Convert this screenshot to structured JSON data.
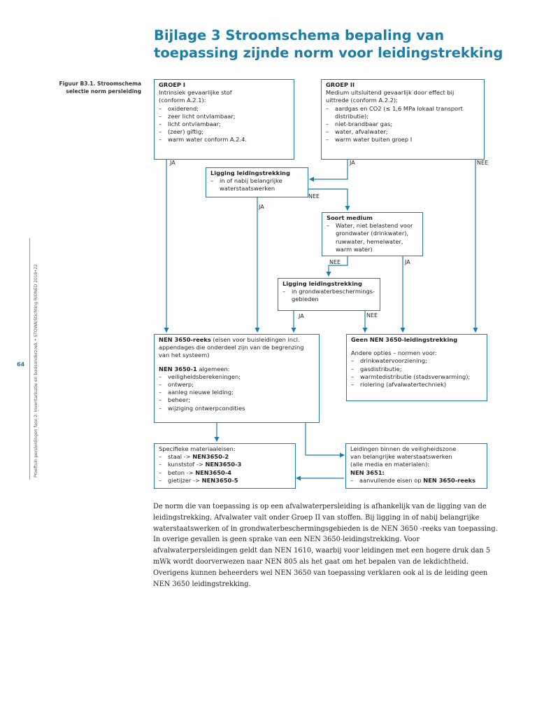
{
  "header": {
    "title_line1": "Bijlage 3 Stroomschema bepaling van",
    "title_line2": "toepassing zijnde norm voor leidingstrekking"
  },
  "figure_caption": {
    "line1": "Figuur B3.1. Stroomschema",
    "line2": "selectie norm persleiding"
  },
  "margin": {
    "page_number": "64",
    "running_text": "Proeftuin persleidingen fase 2: Inventarisatie en basisonderzoek • STOWA/Stichting RIONED 2018•22"
  },
  "flowchart": {
    "groep1": {
      "title": "GROEP I",
      "lines": [
        "Intrinsiek gevaarlijke stof",
        "(conform A.2.1):"
      ],
      "items": [
        "oxiderend;",
        "zeer licht ontvlambaar;",
        "licht ontvlambaar;",
        "(zeer) giftig;",
        "warm water conform A.2.4."
      ]
    },
    "groep2": {
      "title": "GROEP II",
      "lines": [
        "Medium uitsluitend gevaarlijk door effect bij",
        "uittrede (conform A.2.2):"
      ],
      "items": [
        "aardgas en CO2 (≤ 1,6 MPa lokaal transport distributie);",
        "niet-brandbaar gas;",
        "water, afvalwater;",
        "warm water buiten groep I"
      ]
    },
    "ligging1": {
      "title": "Ligging leidingstrekking",
      "items": [
        "in of nabij belangrijke waterstaatswerken"
      ]
    },
    "soort_medium": {
      "title": "Soort medium",
      "items": [
        "Water, niet belastend voor grondwater (drinkwater), ruwwater, hemelwater, warm water)"
      ]
    },
    "ligging2": {
      "title": "Ligging leidingstrekking",
      "items": [
        "in grondwaterbeschermings-gebieden"
      ]
    },
    "nen3650": {
      "title_bold": "NEN 3650-reeks",
      "title_rest": " (eisen voor buisleidingen incl. appendages die onderdeel zijn van de begrenzing van het systeem)",
      "sub_bold": "NEN 3650-1",
      "sub_rest": " algemeen:",
      "items": [
        "veiligheidsberekeningen;",
        "ontwerp;",
        "aanleg nieuwe leiding;",
        "beheer;",
        "wijziging ontwerpcondities"
      ]
    },
    "geen": {
      "title": "Geen NEN 3650-leidingstrekking",
      "intro": "Andere opties – normen voor:",
      "items": [
        "drinkwatervoorziening;",
        "gasdistributie;",
        "warmtedistributie (stadsverwarming);",
        "riolering (afvalwatertechniek)"
      ]
    },
    "specifiek": {
      "title": "Specifieke materiaaleisen:",
      "items": [
        {
          "pre": "staal -> ",
          "bold": "NEN3650-2"
        },
        {
          "pre": "kunststof -> ",
          "bold": "NEN3650-3"
        },
        {
          "pre": "beton -> ",
          "bold": "NEN3650-4"
        },
        {
          "pre": "gietijzer -> ",
          "bold": "NEN3650-5"
        }
      ]
    },
    "veiligheidszone": {
      "lines": [
        "Leidingen binnen de veiligheidszone",
        "van belangrijke waterstaatswerken",
        "(alle media en materialen):"
      ],
      "bold_line": "NEN 3651:",
      "item_pre": "aanvullende eisen op ",
      "item_bold": "NEN 3650-reeks"
    },
    "labels": {
      "ja_g1": "JA",
      "ja_g2": "JA",
      "nee_g2": "NEE",
      "ja_lig1": "JA",
      "nee_lig1": "NEE",
      "nee_soort": "NEE",
      "ja_soort": "JA",
      "ja_lig2": "JA",
      "nee_lig2": "NEE"
    }
  },
  "body": {
    "paragraph": "De norm die van toepassing is op een afvalwaterpersleiding is afhankelijk van de ligging van de leidingstrekking. Afvalwater valt onder Groep II van stoffen. Bij ligging in of nabij belangrijke waterstaatswerken of in grondwaterbeschermingsgebieden is de NEN 3650 -reeks van toepassing. In overige gevallen is geen sprake van een NEN 3650-leidingstrekking. Voor afvalwaterpersleidingen geldt dan NEN 1610, waarbij voor leidingen met een hogere druk dan 5 mWk wordt doorverwezen naar NEN 805 als het gaat om het bepalen van de lekdichtheid. Overigens kunnen beheerders wel NEN 3650 van toepassing verklaren ook al is de leiding geen NEN 3650 leidingstrekking."
  },
  "colors": {
    "accent": "#1c7ea8",
    "text": "#222222"
  }
}
